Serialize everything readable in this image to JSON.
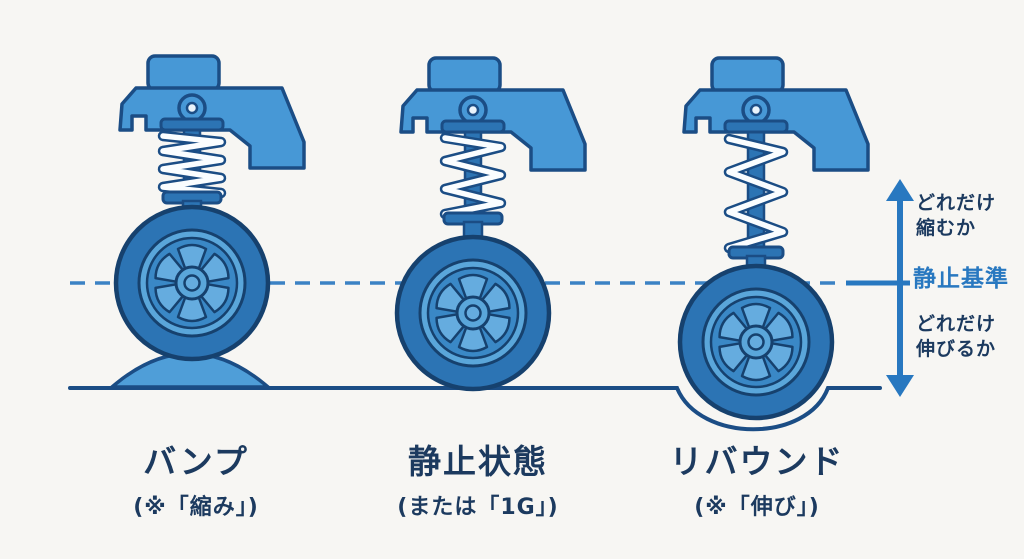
{
  "figures": [
    {
      "title": "バンプ",
      "subtitle": "(※「縮み」)"
    },
    {
      "title": "静止状態",
      "subtitle": "(または「1G」)"
    },
    {
      "title": "リバウンド",
      "subtitle": "(※「伸び」)"
    }
  ],
  "annotation": {
    "compress_line1": "どれだけ",
    "compress_line2": "縮むか",
    "baseline_label": "静止基準",
    "extend_line1": "どれだけ",
    "extend_line2": "伸びるか"
  },
  "colors": {
    "background": "#f7f6f3",
    "body_blue": "#4798d6",
    "tire_blue": "#2c74b4",
    "rim_face_blue": "#3a88c6",
    "rim_light_blue": "#5aa6da",
    "spoke_light_blue": "#65acdf",
    "outline_dark": "#1b4d85",
    "wheel_outline": "#16416e",
    "dashed_line_blue": "#3b82c4",
    "accent_blue": "#2878c0",
    "text_navy": "#1c3a5f",
    "bump_fill": "#4f9ed8"
  }
}
